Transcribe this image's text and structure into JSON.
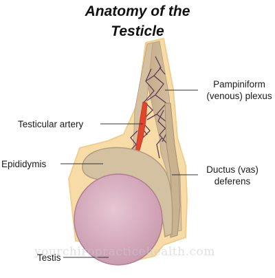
{
  "title": {
    "line1": "Anatomy of the",
    "line2": "Testicle"
  },
  "labels": {
    "pampiniform_line1": "Pampiniform",
    "pampiniform_line2": "(venous) plexus",
    "testicular_artery": "Testicular artery",
    "epididymis": "Epididymis",
    "ductus_line1": "Ductus (vas)",
    "ductus_line2": "deferens",
    "testis": "Testis"
  },
  "watermark": "yourchiropracticehealth.com",
  "colors": {
    "outer_sheath": "#f7dca8",
    "cord_tan": "#cdb898",
    "epididymis": "#d4c1a2",
    "testis": "#d2a4b7",
    "artery": "#e0452e",
    "veins": "#5a3c56",
    "leader_line": "#333333"
  }
}
